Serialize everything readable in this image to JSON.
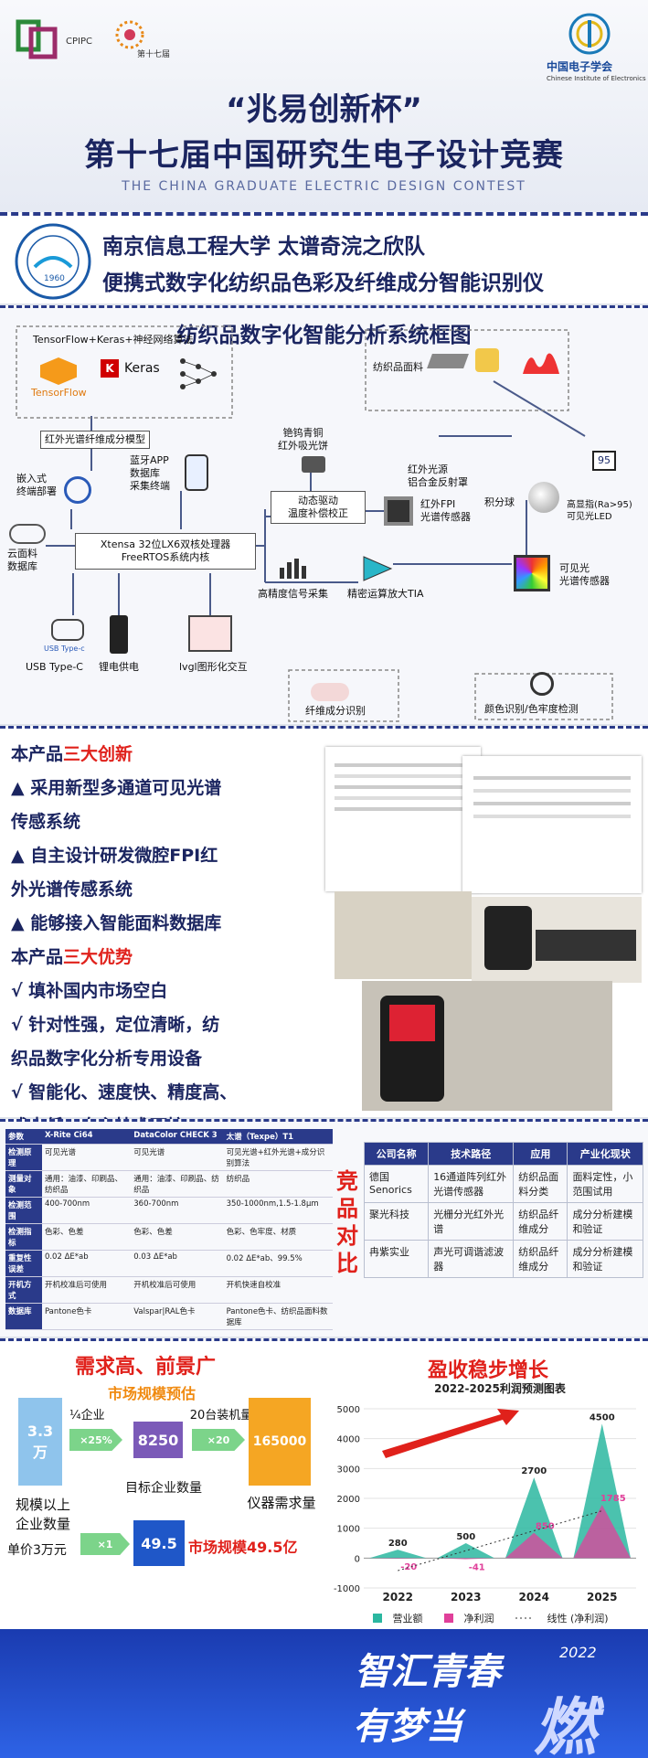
{
  "header": {
    "logo_left_caption": "CPIPC",
    "logo_mid_caption": "第十七届",
    "society": "中国电子学会",
    "society_en": "Chinese Institute of Electronics",
    "title_line1": "“兆易创新杯”",
    "title_line2": "第十七届中国研究生电子设计竞赛",
    "title_en": "THE CHINA GRADUATE ELECTRIC DESIGN CONTEST"
  },
  "team": {
    "school_line": "南京信息工程大学 太谱奇浣之欣队",
    "project": "便携式数字化纺织品色彩及纤维成分智能识别仪",
    "seal_year": "1960"
  },
  "framework": {
    "title": "纺织品数字化智能分析系统框图",
    "tf_title": "TensorFlow+Keras+神经网络算法",
    "tf_logo": "TensorFlow",
    "keras": "Keras",
    "model": "红外光谱纤维成分模型",
    "embedded": "嵌入式\n终端部署",
    "app": "蓝牙APP\n数据库\n采集终端",
    "cloud": "云面料\n数据库",
    "mcu": "Xtensa 32位LX6双核处理器\nFreeRTOS系统内核",
    "usb_tag": "USB Type-c",
    "usb": "USB Type-C",
    "battery": "锂电供电",
    "lvgl": "lvgl图形化交互",
    "absorber": "铯钨青铜\n红外吸光饼",
    "dyn": "动态驱动\n温度补偿校正",
    "fpi": "红外FPI\n光谱传感器",
    "ir_source": "红外光源\n铝合金反射罩",
    "sphere": "积分球",
    "led": "高显指(Ra>95)\n可见光LED",
    "led_badge": "95",
    "fabric": "纺织品面料",
    "visible": "可见光\n光谱传感器",
    "signal": "高精度信号采集",
    "tia": "精密运算放大TIA",
    "fiber": "纤维成分识别",
    "color": "颜色识别/色牢度检测"
  },
  "innovation": {
    "l1a": "本产品",
    "l1b": "三大创新",
    "l2": "▲ 采用新型多通道可见光谱",
    "l3": "传感系统",
    "l4": "▲ 自主设计研发微腔FPI红",
    "l5": "外光谱传感系统",
    "l6": "▲ 能够接入智能面料数据库",
    "l7a": "本产品",
    "l7b": "三大优势",
    "l8": "√ 填补国内市场空白",
    "l9": "√ 针对性强，定位清晰，纺",
    "l10": "织品数字化分析专用设备",
    "l11": "√ 智能化、速度快、精度高、",
    "l12": "成本低，自主技术可控"
  },
  "compare": {
    "table1": {
      "header": [
        "参数",
        "X-Rite Ci64",
        "DataColor CHECK 3",
        "太谱（Texpe）T1"
      ],
      "rows": [
        [
          "检测原理",
          "可见光谱",
          "可见光谱",
          "可见光谱+红外光谱+成分识别算法"
        ],
        [
          "测量对象",
          "通用：油漆、印刷品、纺织品",
          "通用：油漆、印刷品、纺织品",
          "纺织品"
        ],
        [
          "检测范围",
          "400-700nm",
          "360-700nm",
          "350-1000nm,1.5-1.8μm"
        ],
        [
          "检测指标",
          "色彩、色差",
          "色彩、色差",
          "色彩、色牢度、材质"
        ],
        [
          "重复性误差",
          "0.02 ΔE*ab",
          "0.03 ΔE*ab",
          "0.02 ΔE*ab、99.5%"
        ],
        [
          "开机方式",
          "开机校准后可使用",
          "开机校准后可使用",
          "开机快速自校准"
        ],
        [
          "数据库",
          "Pantone色卡",
          "Valspar|RAL色卡",
          "Pantone色卡、纺织品面料数据库"
        ]
      ]
    },
    "mid_label": "竞品对比",
    "table2": {
      "header": [
        "公司名称",
        "技术路径",
        "应用",
        "产业化现状"
      ],
      "rows": [
        [
          "德国Senorics",
          "16通道阵列红外光谱传感器",
          "纺织品面料分类",
          "面料定性，小范围试用"
        ],
        [
          "聚光科技",
          "光栅分光红外光谱",
          "纺织品纤维成分",
          "成分分析建模和验证"
        ],
        [
          "冉紫实业",
          "声光可调谐滤波器",
          "纺织品纤维成分",
          "成分分析建模和验证"
        ]
      ]
    }
  },
  "market": {
    "left_title": "需求高、前景广",
    "sub_title": "市场规模预估",
    "a_val": "3.3",
    "a_unit": "万",
    "a_cap": "规模以上\n企业数量",
    "pct_label": "¼企业",
    "pct_arrow": "×25%",
    "b_val": "8250",
    "b_cap": "目标企业数量",
    "c_label": "20台装机量",
    "c_arrow": "×20",
    "d_val": "165000",
    "d_cap": "仪器需求量",
    "price": "单价3万元",
    "x1": "×1",
    "e_val": "49.5",
    "result": "市场规模49.5亿",
    "right_title": "盈收稳步增长",
    "chart_title": "2022-2025利润预测图表"
  },
  "chart_data": {
    "type": "area",
    "title": "2022-2025利润预测图表",
    "categories": [
      "2022",
      "2023",
      "2024",
      "2025"
    ],
    "series": [
      {
        "name": "营业额",
        "color": "#2bb7a0",
        "values": [
          280,
          500,
          2700,
          4500
        ]
      },
      {
        "name": "净利润",
        "color": "#e0409a",
        "values": [
          -20,
          -41,
          850,
          1785
        ]
      }
    ],
    "trend_label": "线性 (净利润)",
    "ylim": [
      -1000,
      5000
    ],
    "yticks": [
      "5000",
      "4000",
      "3000",
      "2000",
      "1000",
      "0",
      "-1000"
    ]
  },
  "banner": {
    "line1": "智汇青春",
    "line2": "有梦当",
    "big": "燃",
    "tag": "2022"
  }
}
